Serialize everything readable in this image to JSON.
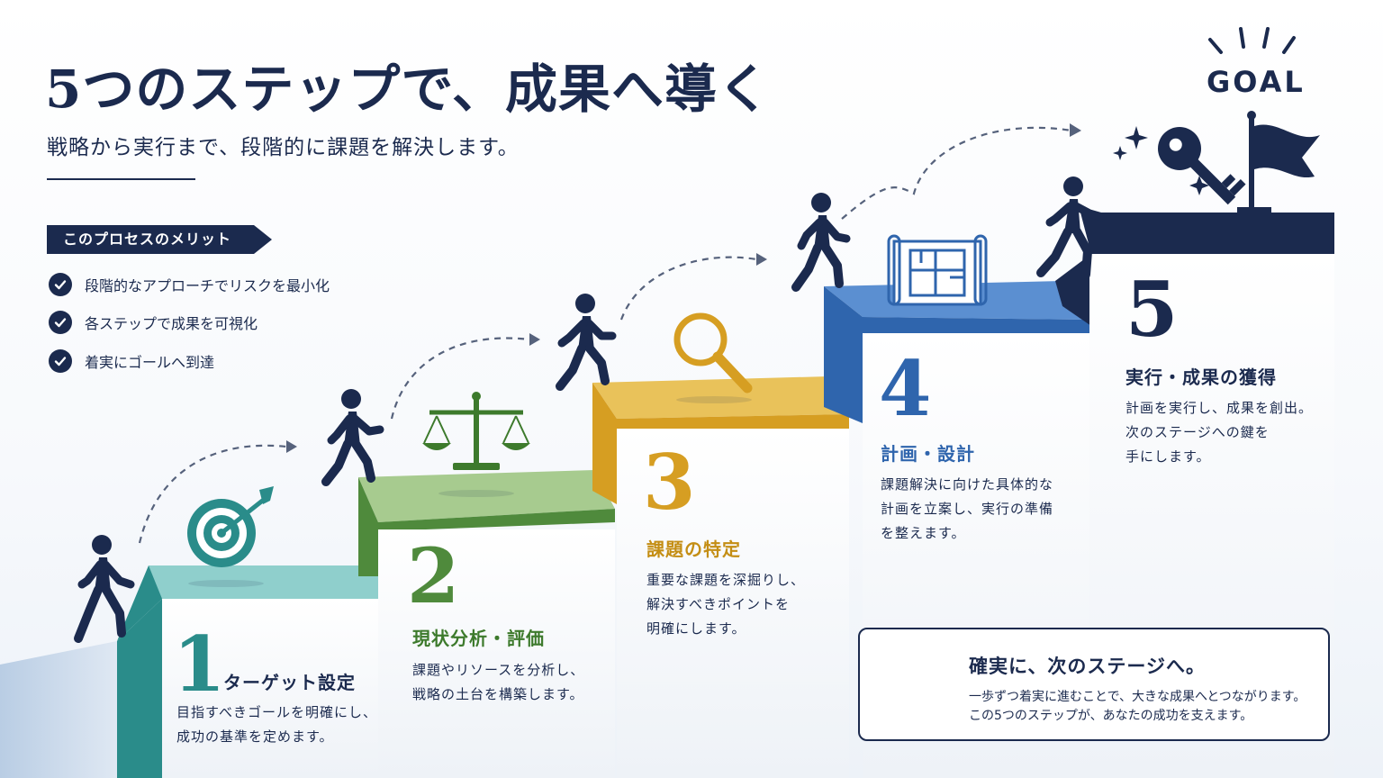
{
  "title": "5つのステップで、成果へ導く",
  "subtitle": "戦略から実行まで、段階的に課題を解決します。",
  "merits": {
    "heading": "このプロセスのメリット",
    "items": [
      "段階的なアプローチでリスクを最小化",
      "各ステップで成果を可視化",
      "着実にゴールへ到達"
    ]
  },
  "goal_label": "GOAL",
  "steps": [
    {
      "number": "1",
      "title": "ターゲット設定",
      "desc": [
        "目指すべきゴールを明確にし、",
        "成功の基準を定めます。"
      ],
      "color": "#2a8c8a",
      "icon": "target-icon"
    },
    {
      "number": "2",
      "title": "現状分析・評価",
      "desc": [
        "課題やリソースを分析し、",
        "戦略の土台を構築します。"
      ],
      "color": "#4f8a3c",
      "icon": "scale-icon"
    },
    {
      "number": "3",
      "title": "課題の特定",
      "desc": [
        "重要な課題を深掘りし、",
        "解決すべきポイントを",
        "明確にします。"
      ],
      "color": "#d69e22",
      "icon": "magnifier-icon"
    },
    {
      "number": "4",
      "title": "計画・設計",
      "desc": [
        "課題解決に向けた具体的な",
        "計画を立案し、実行の準備",
        "を整えます。"
      ],
      "color": "#2f65ad",
      "icon": "blueprint-icon"
    },
    {
      "number": "5",
      "title": "実行・成果の獲得",
      "desc": [
        "計画を実行し、成果を創出。",
        "次のステージへの鍵を",
        "手にします。"
      ],
      "color": "#1b2a4e",
      "icon": "key-icon"
    }
  ],
  "cta": {
    "heading": "確実に、次のステージへ。",
    "lines": [
      "一歩ずつ着実に進むことで、大きな成果へとつながります。",
      "この5つのステップが、あなたの成功を支えます。"
    ],
    "icon": "growth-chart-icon"
  },
  "colors": {
    "navy": "#1b2a4e",
    "teal": "#2a8c8a",
    "green": "#4f8a3c",
    "gold": "#d69e22",
    "blue": "#2f65ad"
  }
}
